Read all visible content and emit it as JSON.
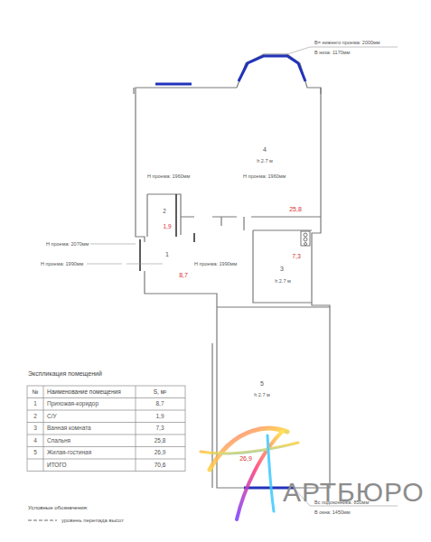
{
  "diagram": {
    "nodes": [
      {
        "text": [
          "4",
          "h 2.7 м",
          "25,8"
        ]
      },
      {
        "text": [
          "1",
          "8,7"
        ]
      },
      {
        "text": [
          "2",
          "1,9"
        ]
      },
      {
        "text": [
          "3",
          "h 2.7 м",
          "7,3"
        ]
      },
      {
        "text": [
          "5",
          "h 2.7 м",
          "26,9"
        ]
      }
    ],
    "labels": [
      "В= нижнего проема: 2000мм",
      "В низа: 1170мм",
      "Н проема: 1960мм",
      "Н проема: 1960мм",
      "Н проема: 2070мм",
      "Н проема: 1990мм",
      "Н проема: 1990мм",
      "Вс подоконника: 850мм",
      "В окна: 1450мм",
      "Экспликация помещений",
      "№",
      "Наименование помещения",
      "S, м²",
      "1",
      "Прихожая-коридор",
      "8,7",
      "2",
      "С/У",
      "1,9",
      "3",
      "Ванная комната",
      "7,3",
      "4",
      "Спальня",
      "25,8",
      "5",
      "Жилая-гостиная",
      "26,9",
      "ИТОГО",
      "70,6",
      "Условные обозначения:",
      "АРТБЮРО"
    ],
    "legend": [
      {
        "text": "уровень перепада высот"
      }
    ]
  }
}
